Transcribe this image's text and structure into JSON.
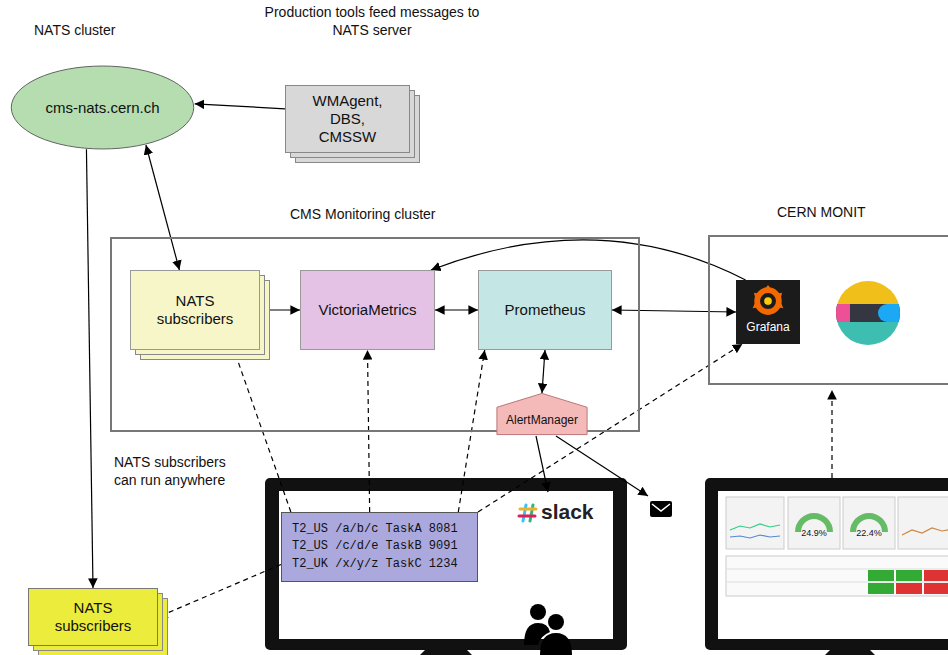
{
  "diagram": {
    "nodes": [
      {
        "text": [
          "cms-nats.cern.ch"
        ]
      },
      {
        "text": [
          "WMAgent, DBS, CMSSW"
        ]
      },
      {
        "text": [
          "CMS Monitoring cluster"
        ]
      },
      {
        "text": [
          "NATS subscribers"
        ],
        "in": 2
      },
      {
        "text": [
          "VictoriaMetrics"
        ],
        "in": 2
      },
      {
        "text": [
          "Prometheus"
        ],
        "in": 2
      },
      {
        "text": [
          "AlertManager"
        ]
      },
      {
        "text": [
          "CERN MONIT"
        ]
      },
      {
        "text": [
          "Grafana"
        ],
        "in": 7
      },
      {
        "text": [
          "NATS subscribers"
        ]
      },
      {
        "text": [
          "T2_US /a/b/c TaskA 8081",
          "T2_US /c/d/e TaskB 9091",
          "T2_UK /x/y/z TaskC 1234"
        ]
      }
    ],
    "edges": [
      {
        "from": 1,
        "to": 0,
        "arrow": "to"
      },
      {
        "from": 0,
        "to": 3,
        "arrow": "both"
      },
      {
        "from": 0,
        "to": 9,
        "arrow": "to"
      },
      {
        "from": 3,
        "to": 4,
        "arrow": "to"
      },
      {
        "from": 4,
        "to": 5,
        "arrow": "both"
      },
      {
        "from": 5,
        "to": 8,
        "arrow": "both"
      },
      {
        "from": 8,
        "to": 4,
        "arrow": "to"
      },
      {
        "from": 5,
        "to": 6,
        "arrow": "both"
      },
      {
        "from": 10,
        "to": 9,
        "arrow": "to"
      },
      {
        "from": 10,
        "to": 3,
        "arrow": "to"
      },
      {
        "from": 10,
        "to": 4,
        "arrow": "to"
      },
      {
        "from": 10,
        "to": 5,
        "arrow": "to"
      },
      {
        "from": 10,
        "to": 8,
        "arrow": "to"
      }
    ],
    "labels": [
      "NATS cluster",
      "Production tools feed messages to NATS server",
      "NATS subscribers can run anywhere",
      "slack",
      "24.9%",
      "22.4%"
    ]
  }
}
